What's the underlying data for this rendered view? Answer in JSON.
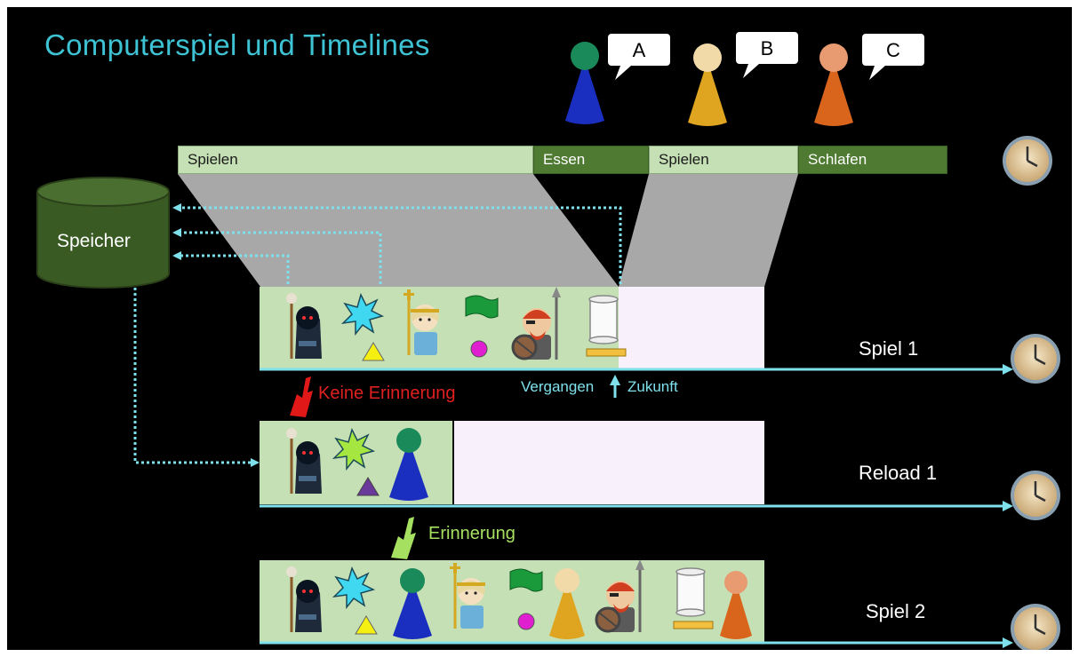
{
  "title": "Computerspiel und Timelines",
  "players": [
    {
      "letter": "A",
      "color": "#1a2fbf",
      "head": "#1a8a5a"
    },
    {
      "letter": "B",
      "color": "#e0a520",
      "head": "#f2d9a8"
    },
    {
      "letter": "C",
      "color": "#d9641c",
      "head": "#e89a70"
    }
  ],
  "timeline_segments": [
    {
      "label": "Spielen",
      "style": "light"
    },
    {
      "label": "Essen",
      "style": "dark"
    },
    {
      "label": "Spielen",
      "style": "light"
    },
    {
      "label": "Schlafen",
      "style": "dark"
    }
  ],
  "storage_label": "Speicher",
  "rows": [
    {
      "label": "Spiel 1"
    },
    {
      "label": "Reload 1"
    },
    {
      "label": "Spiel 2"
    }
  ],
  "annotations": {
    "no_memory": "Keine Erinnerung",
    "memory": "Erinnerung",
    "past": "Vergangen",
    "future": "Zukunft"
  },
  "colors": {
    "title": "#3ec3d4",
    "timeline_arrow": "#7ee0ea",
    "no_memory": "#e02020",
    "memory": "#a6e060",
    "panel": "#c5e0b4",
    "panel_future": "#f8f0fb",
    "storage": "#3a5a24"
  }
}
